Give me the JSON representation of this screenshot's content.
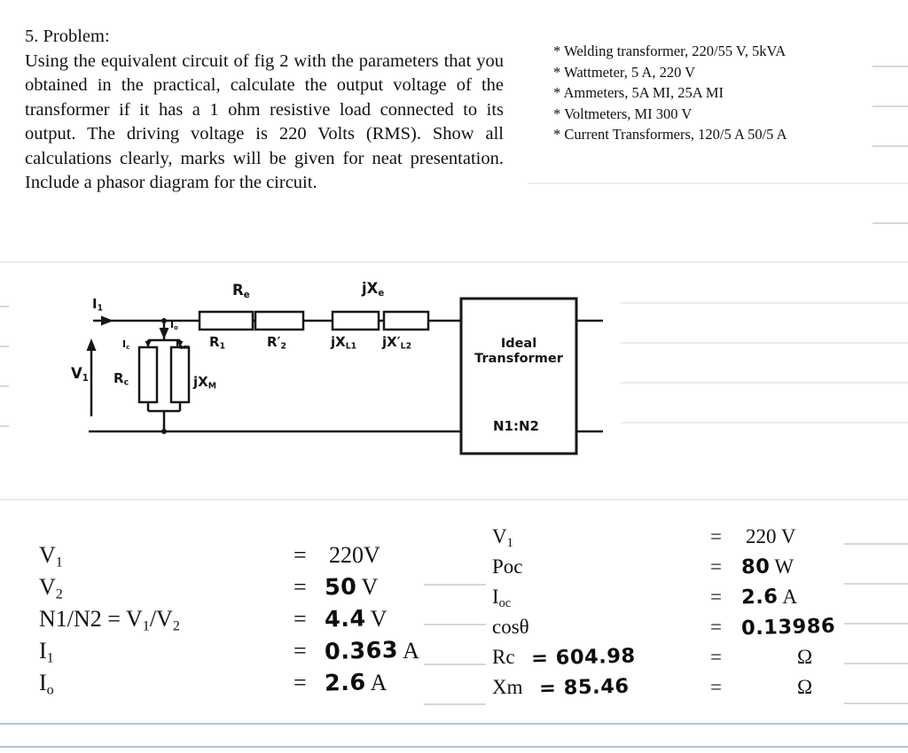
{
  "colors": {
    "ink": "#111111",
    "ruled_gray": "#d7d7d7",
    "ruled_blue": "#b3c2de"
  },
  "problem": {
    "title": "5. Problem:",
    "body": "Using the equivalent circuit of fig 2 with the parameters that you obtained in the practical, calculate the output voltage of the transformer if it has a 1 ohm resistive load connected to its output. The driving voltage is 220 Volts (RMS). Show all calculations clearly, marks will be given for neat presentation. Include a phasor diagram for the circuit."
  },
  "equipment": {
    "items": [
      "* Welding transformer, 220/55 V, 5kVA",
      "* Wattmeter, 5 A, 220 V",
      "* Ammeters, 5A MI, 25A MI",
      "* Voltmeters, MI 300 V",
      "* Current Transformers, 120/5 A 50/5 A"
    ]
  },
  "circuit": {
    "i1": {
      "b": "I",
      "s": "1"
    },
    "v1": {
      "b": "V",
      "s": "1"
    },
    "io": {
      "b": "I",
      "s": "o"
    },
    "ic": {
      "b": "I",
      "s": "c"
    },
    "iom": {
      "b": "I",
      "s": "om"
    },
    "re": {
      "b": "R",
      "s": "e"
    },
    "jxe": {
      "b": "jX",
      "s": "e"
    },
    "r1": {
      "b": "R",
      "s": "1"
    },
    "r2": {
      "b": "R′",
      "s": "2"
    },
    "jxl1": {
      "b": "jX",
      "s": "L1"
    },
    "jxl2": {
      "b": "jX′",
      "s": "L2"
    },
    "rc": {
      "b": "R",
      "s": "c"
    },
    "jxm": {
      "b": "jX",
      "s": "M"
    },
    "transformer": {
      "line1": "Ideal",
      "line2": "Transformer",
      "ratio": "N1:N2"
    }
  },
  "left_table": {
    "rows": [
      {
        "l1": "V",
        "s1": "1",
        "l2": "",
        "s2": "",
        "eq": "=",
        "hand": "",
        "val": "220V"
      },
      {
        "l1": "V",
        "s1": "2",
        "l2": "",
        "s2": "",
        "eq": "=",
        "hand": "50",
        "val": "V"
      },
      {
        "l1": "N1/N2 = V",
        "s1": "1",
        "l2": "/V",
        "s2": "2",
        "eq": "=",
        "hand": "4.4",
        "val": "V"
      },
      {
        "l1": "I",
        "s1": "1",
        "l2": "",
        "s2": "",
        "eq": "=",
        "hand": "0.363",
        "val": "A"
      },
      {
        "l1": "I",
        "s1": "o",
        "l2": "",
        "s2": "",
        "eq": "=",
        "hand": "2.6",
        "val": "A"
      }
    ]
  },
  "right_table": {
    "rows": [
      {
        "l1": "V",
        "s1": "1",
        "handmid": "",
        "eq": "=",
        "hand": "",
        "val": "220 V"
      },
      {
        "l1": "Poc",
        "s1": "",
        "handmid": "",
        "eq": "=",
        "hand": "80",
        "val": "W"
      },
      {
        "l1": "I",
        "s1": "oc",
        "handmid": "",
        "eq": "=",
        "hand": "2.6",
        "val": "A"
      },
      {
        "l1": "cosθ",
        "s1": "",
        "handmid": "",
        "eq": "=",
        "hand": "0.13986",
        "val": ""
      },
      {
        "l1": "Rc",
        "s1": "",
        "handmid": "= 604.98",
        "eq": "=",
        "hand": "",
        "val": "Ω"
      },
      {
        "l1": "Xm",
        "s1": "",
        "handmid": "= 85.46",
        "eq": "=",
        "hand": "",
        "val": "Ω"
      }
    ]
  }
}
